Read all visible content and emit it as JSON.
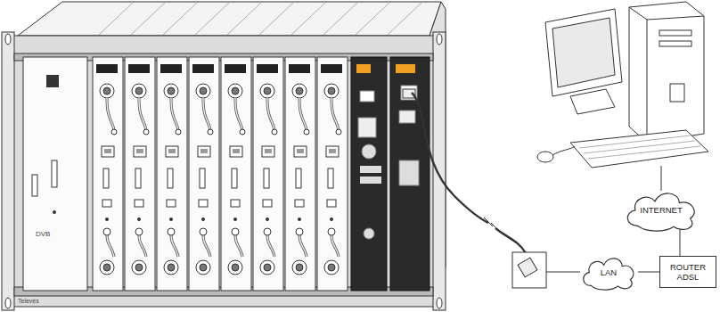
{
  "diagram": {
    "nodes": [
      {
        "text": [
          "LAN"
        ]
      },
      {
        "text": [
          "ROUTER ADSL"
        ]
      },
      {
        "text": [
          "INTERNET"
        ]
      }
    ],
    "edges": [
      {
        "from": 0,
        "to": 1,
        "arrow": "none"
      },
      {
        "from": 1,
        "to": 2,
        "arrow": "none"
      }
    ],
    "labels": [
      "DVB",
      "Televés"
    ]
  }
}
